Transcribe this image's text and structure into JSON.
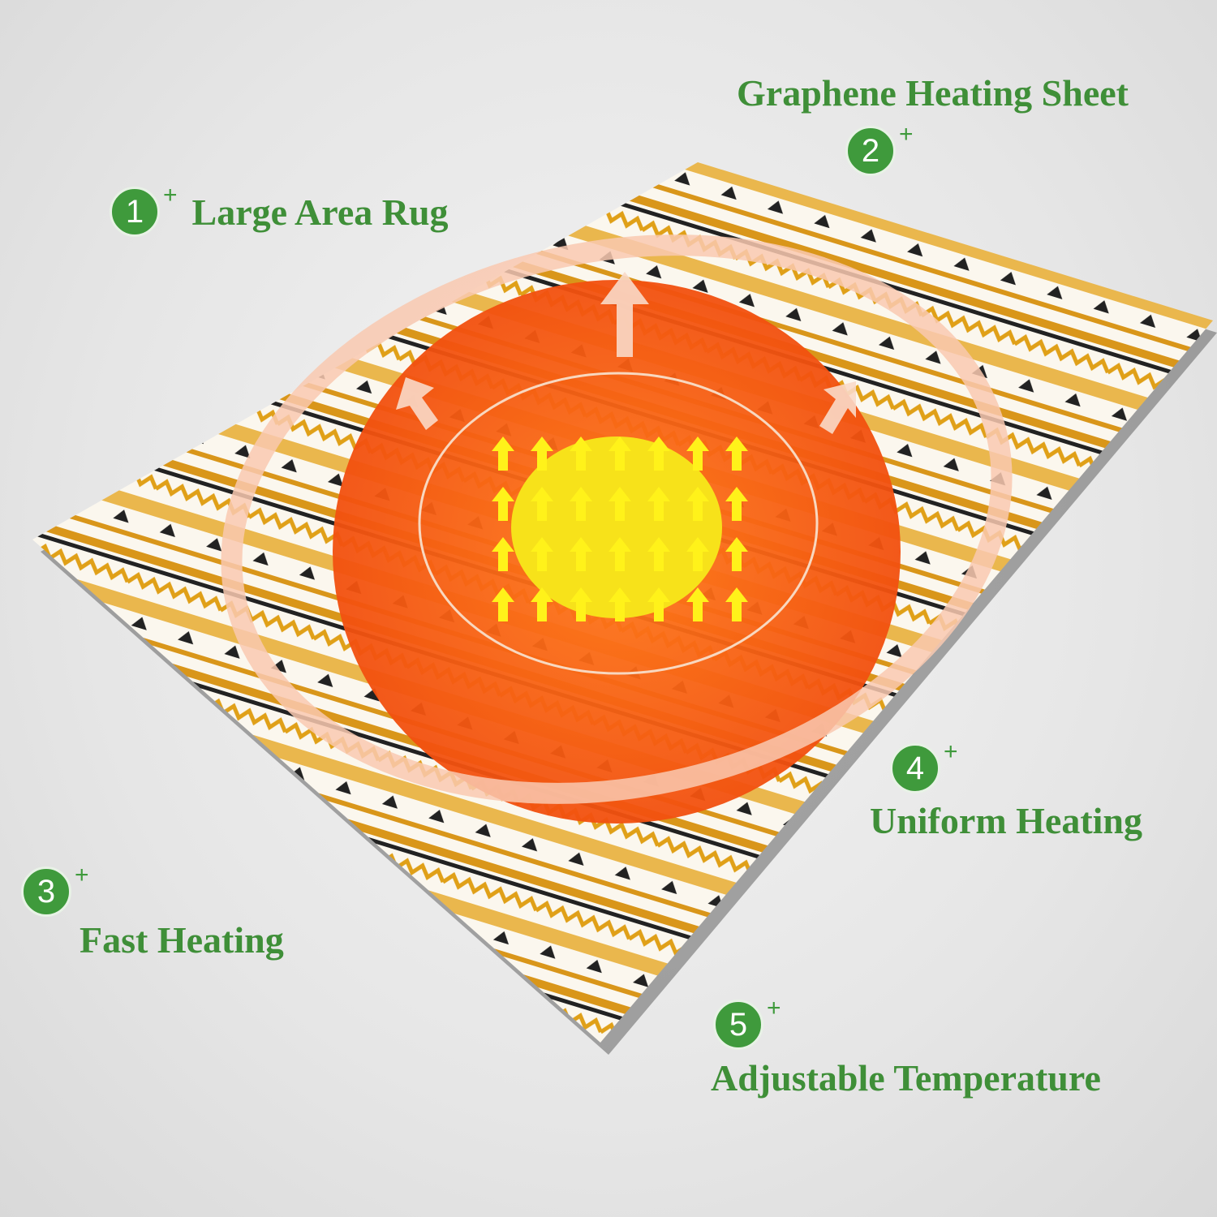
{
  "features": [
    {
      "number": "1",
      "label": "Large Area Rug"
    },
    {
      "number": "2",
      "label": "Graphene Heating Sheet"
    },
    {
      "number": "3",
      "label": "Fast Heating"
    },
    {
      "number": "4",
      "label": "Uniform Heating"
    },
    {
      "number": "5",
      "label": "Adjustable Temperature"
    }
  ],
  "plus_sign": "+",
  "colors": {
    "green": "#3f9a3c",
    "orange": "#f5601a",
    "yellow": "#f7e21a",
    "rug_gold": "#e0a018"
  }
}
